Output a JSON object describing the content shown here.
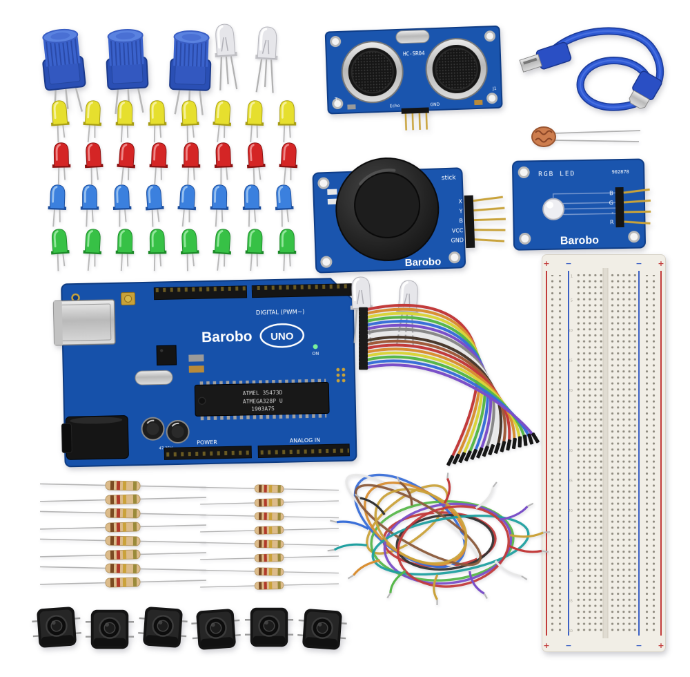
{
  "page": {
    "background": "#ffffff",
    "description": "Barobo Arduino starter kit components on white background"
  },
  "potentiometers": {
    "count": 3,
    "knob_color": "#3a62cc",
    "base_color": "#2a4fb4"
  },
  "led_rows": [
    {
      "name": "yellow",
      "count": 8,
      "body": "#e6df2e",
      "dark": "#a89e14",
      "light": "#f8f4b0"
    },
    {
      "name": "red",
      "count": 8,
      "body": "#d42525",
      "dark": "#8a1212",
      "light": "#f29a9a"
    },
    {
      "name": "blue",
      "count": 8,
      "body": "#3b80de",
      "dark": "#1d4f9e",
      "light": "#a8cbf2"
    },
    {
      "name": "green",
      "count": 8,
      "body": "#37c146",
      "dark": "#1c8a28",
      "light": "#a2ecaa"
    }
  ],
  "clear_leds": {
    "top_count": 2,
    "mid_count": 2,
    "body": "#e6e6ea",
    "dark": "#b6b6bc",
    "light": "#ffffff"
  },
  "ultrasonic": {
    "model": "HC-SR04",
    "label_echo": "Echo",
    "label_gnd": "GND",
    "label_t": "T",
    "label_j1": "J1"
  },
  "usb_cable": {
    "color": "#2a4fc4"
  },
  "photoresistor": {
    "body_color": "#cd7d4e"
  },
  "joystick": {
    "brand": "Barobo",
    "partial_label": "stick",
    "pins": [
      "X",
      "Y",
      "B",
      "VCC",
      "GND"
    ]
  },
  "rgb_module": {
    "title": "RGB LED",
    "code": "902878",
    "pins": [
      "B",
      "G",
      "-",
      "R"
    ],
    "brand": "Barobo"
  },
  "arduino": {
    "brand": "Barobo",
    "model": "UNO",
    "digital_label": "DIGITAL (PWM~)",
    "power_label": "POWER",
    "analog_label": "ANALOG IN",
    "on_label": "ON",
    "chip_line1": "ATMEL 35473D",
    "chip_line2": "ATMEGA328P U",
    "chip_line3": "1903A7S",
    "cap_label": "47 25V"
  },
  "breadboard": {
    "plus": "+",
    "minus": "−",
    "row_numbers": [
      1,
      5,
      10,
      15,
      20,
      25,
      30,
      35,
      40,
      45,
      50,
      55,
      60
    ]
  },
  "resistors": {
    "left_count": 8,
    "right_count": 8,
    "body": "#dcbb8a",
    "bands": [
      "#7a4a22",
      "#b03a2a",
      "#caa23a",
      "#9a8a3a"
    ]
  },
  "ribbon": {
    "wire_count": 16,
    "colors": [
      "#c23b3b",
      "#d98f33",
      "#d9d43a",
      "#57b74a",
      "#3a6fd8",
      "#7a4fc8",
      "#888888",
      "#e8e8e8",
      "#4a3a2e",
      "#a05a3a"
    ]
  },
  "bundle": {
    "loop_count": 12,
    "tail_count": 14,
    "colors": [
      "#caa23a",
      "#c23b3b",
      "#3a6fd8",
      "#57b74a",
      "#e8e8e8",
      "#333333",
      "#d98f33",
      "#7a4fc8",
      "#8a5a3a",
      "#20a0a0"
    ]
  },
  "buttons": {
    "count": 6
  }
}
